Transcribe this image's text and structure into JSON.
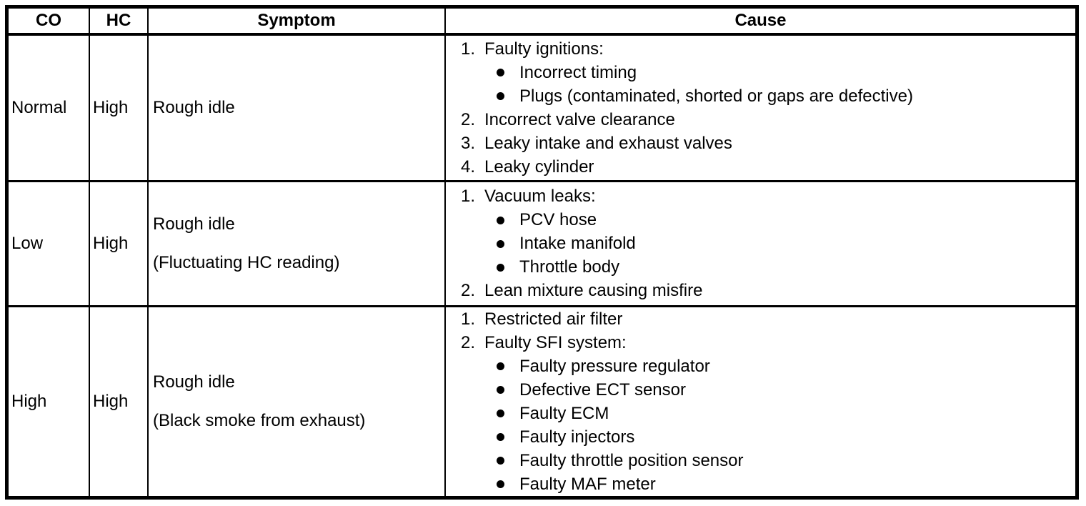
{
  "colors": {
    "background": "#ffffff",
    "border": "#000000",
    "text": "#000000"
  },
  "table": {
    "headers": {
      "co": "CO",
      "hc": "HC",
      "symptom": "Symptom",
      "cause": "Cause"
    },
    "rows": [
      {
        "co": "Normal",
        "hc": "High",
        "symptom": "Rough idle",
        "causes": [
          {
            "marker": "1.",
            "text": "Faulty ignitions:"
          },
          {
            "bullet": true,
            "text": "Incorrect timing"
          },
          {
            "bullet": true,
            "text": "Plugs (contaminated, shorted or gaps are defective)"
          },
          {
            "marker": "2.",
            "text": "Incorrect valve clearance"
          },
          {
            "marker": "3.",
            "text": "Leaky intake and exhaust valves"
          },
          {
            "marker": "4.",
            "text": "Leaky cylinder"
          }
        ]
      },
      {
        "co": "Low",
        "hc": "High",
        "symptom": "Rough idle",
        "symptom_note": "(Fluctuating HC reading)",
        "causes": [
          {
            "marker": "1.",
            "text": "Vacuum leaks:"
          },
          {
            "bullet": true,
            "text": "PCV hose"
          },
          {
            "bullet": true,
            "text": "Intake manifold"
          },
          {
            "bullet": true,
            "text": "Throttle body"
          },
          {
            "marker": "2.",
            "text": "Lean mixture causing misfire"
          }
        ]
      },
      {
        "co": "High",
        "hc": "High",
        "symptom": "Rough idle",
        "symptom_note": "(Black smoke from exhaust)",
        "causes": [
          {
            "marker": "1.",
            "text": "Restricted air filter"
          },
          {
            "marker": "2.",
            "text": "Faulty SFI system:"
          },
          {
            "bullet": true,
            "text": "Faulty pressure regulator"
          },
          {
            "bullet": true,
            "text": "Defective ECT sensor"
          },
          {
            "bullet": true,
            "text": "Faulty ECM"
          },
          {
            "bullet": true,
            "text": "Faulty injectors"
          },
          {
            "bullet": true,
            "text": "Faulty throttle position sensor"
          },
          {
            "bullet": true,
            "text": "Faulty MAF meter"
          }
        ]
      }
    ]
  }
}
